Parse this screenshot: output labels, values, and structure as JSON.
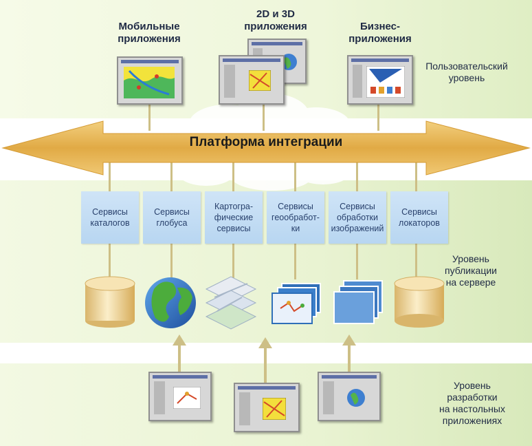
{
  "top_labels": {
    "mobile": "Мобильные\nприложения",
    "apps_2d3d": "2D и 3D\nприложения",
    "business": "Бизнес-\nприложения"
  },
  "levels": {
    "user": "Пользовательский\nуровень",
    "server": "Уровень\nпубликации\nна сервере",
    "desktop": "Уровень\nразработки\nна настольных\nприложениях"
  },
  "platform": {
    "label": "Платформа интеграции"
  },
  "services": [
    {
      "label": "Сервисы\nкаталогов"
    },
    {
      "label": "Сервисы\nглобуса"
    },
    {
      "label": "Картогра-\nфические\nсервисы"
    },
    {
      "label": "Сервисы\nгеообработ-\nки"
    },
    {
      "label": "Сервисы\nобработки\nизображений"
    },
    {
      "label": "Сервисы\nлокаторов"
    }
  ],
  "colors": {
    "arrow": "#e4b34f",
    "service_box": "#c4dcf4",
    "service_text": "#28406c",
    "window_title_bar": "#5d6fa6",
    "band": "#e9f3d2"
  }
}
